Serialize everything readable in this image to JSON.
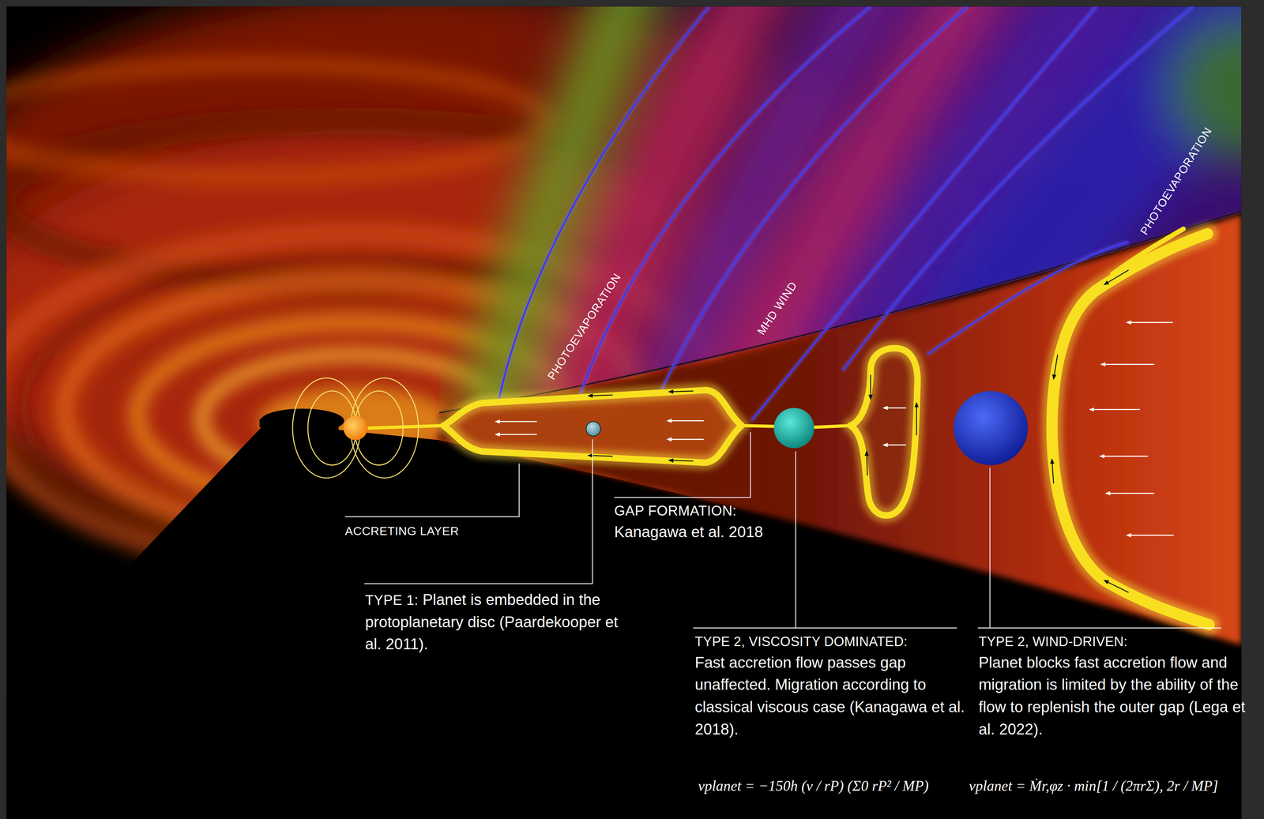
{
  "diagram": {
    "labels": [
      "PHOTOEVAPORATION",
      "MHD WIND",
      "PHOTOEVAPORATION",
      "ACCRETING LAYER",
      "GAP FORMATION:",
      "Kanagawa et al. 2018",
      "TYPE 1:",
      "Planet is embedded in the protoplanetary disc (Paardekooper et al. 2011).",
      "TYPE 2, VISCOSITY DOMINATED:",
      "Fast accretion flow passes gap unaffected. Migration according to classical viscous case (Kanagawa et al. 2018).",
      "TYPE 2, WIND-DRIVEN:",
      "Planet blocks fast accretion flow and migration is limited by the ability of the flow to replenish the outer gap (Lega et al. 2022).",
      "vplanet = −150h (ν / rP) (Σ0 rP² / MP)",
      "vplanet = Ṁr,φz · min[1 / (2πrΣ), 2r / MP]"
    ]
  }
}
